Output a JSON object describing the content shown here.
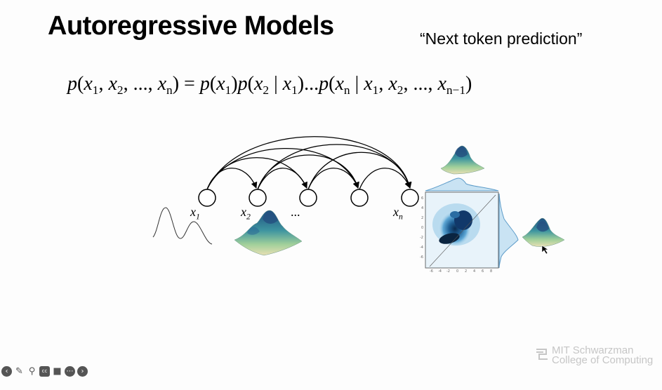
{
  "slide": {
    "title": "Autoregressive Models",
    "subtitle_quote": "“Next token prediction”",
    "equation": {
      "lhs": [
        "p(",
        "x",
        "1",
        ", ",
        "x",
        "2",
        ", ..., ",
        "x",
        "n",
        ")"
      ],
      "rhs_text": "= p(x₁)p(x₂ | x₁)...p(xₙ | x₁, x₂, ..., xₙ₋₁)"
    },
    "nodes": [
      {
        "var": "x",
        "sub": "1"
      },
      {
        "var": "x",
        "sub": "2"
      },
      {
        "var": "...",
        "sub": ""
      },
      {
        "var": "",
        "sub": ""
      },
      {
        "var": "x",
        "sub": "n"
      }
    ],
    "watermark": {
      "line1": "MIT Schwarzman",
      "line2": "College of Computing"
    }
  },
  "colors": {
    "title": "#000000",
    "node_stroke": "#000000",
    "density_dark": "#0a2d52",
    "density_light": "#d6ecf7",
    "surface_top": "#1f5f8b",
    "surface_mid": "#4ea79d",
    "surface_base": "#e7ddb3"
  },
  "toolbar": {
    "icons": [
      "back-icon",
      "pen-icon",
      "zoom-icon",
      "captions-icon",
      "camera-icon",
      "more-icon",
      "forward-icon"
    ]
  }
}
